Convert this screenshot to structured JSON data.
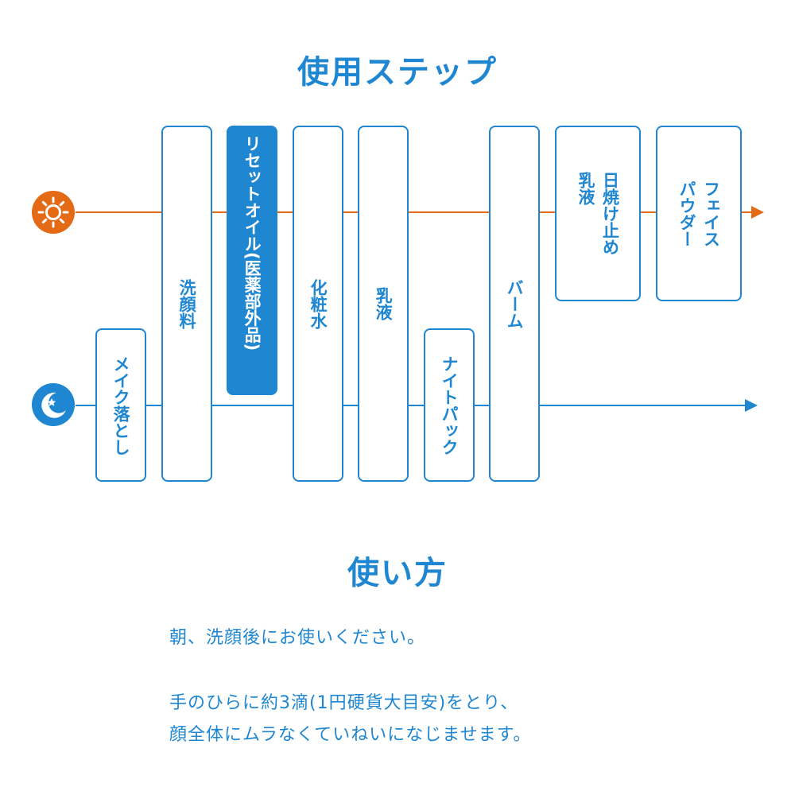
{
  "steps_title": "使用ステップ",
  "steps": {
    "makeup_remover": "メイク落とし",
    "face_wash": "洗顔料",
    "reset_oil": "リセットオイル(医薬部外品)",
    "toner": "化粧水",
    "milk": "乳液",
    "night_pack": "ナイトパック",
    "balm": "バーム",
    "sunscreen_milk": "日焼け止め\n乳液",
    "face_powder": "フェイス\nパウダー"
  },
  "usage": {
    "title": "使い方",
    "line1": "朝、洗顔後にお使いください。",
    "line2": "手のひらに約3滴(1円硬貨大目安)をとり、",
    "line3": "顔全体にムラなくていねいになじませます。"
  },
  "colors": {
    "morning": "#e46a15",
    "night": "#1f86d1"
  },
  "icons": {
    "morning": "sun-icon",
    "night": "moon-icon"
  }
}
